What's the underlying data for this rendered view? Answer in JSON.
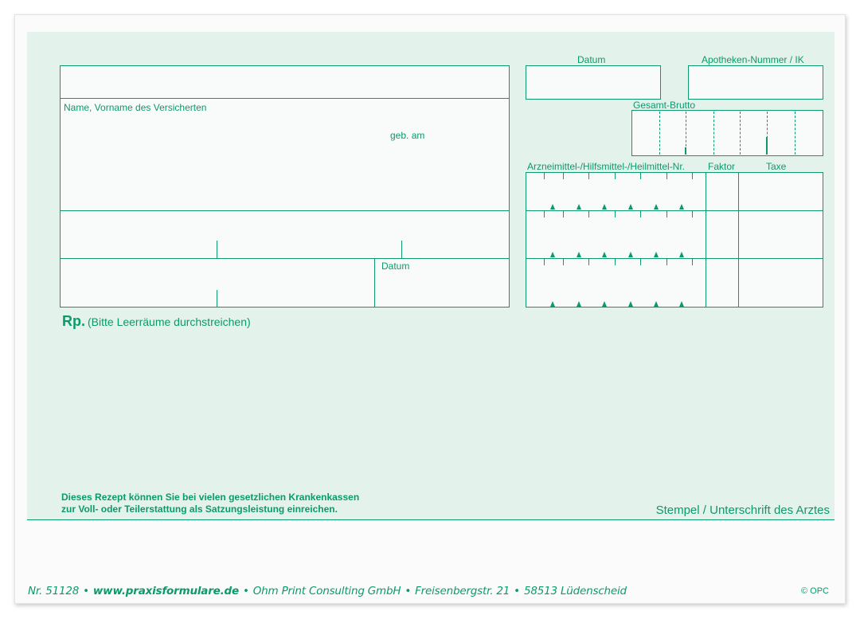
{
  "form": {
    "insured_name_label": "Name, Vorname des Versicherten",
    "birth_label": "geb. am",
    "date_label_left": "Datum",
    "date_label_top": "Datum",
    "pharmacy_label": "Apotheken-Nummer / IK",
    "gross_label": "Gesamt-Brutto",
    "items_label": "Arzneimittel-/Hilfsmittel-/Heilmittel-Nr.",
    "factor_label": "Faktor",
    "fee_label": "Taxe",
    "rp_prefix": "Rp.",
    "rp_text": "(Bitte Leerräume durchstreichen)",
    "notice_line1": "Dieses Rezept können Sie bei vielen gesetzlichen Krankenkassen",
    "notice_line2": "zur Voll- oder Teilerstattung als Satzungsleistung einreichen.",
    "stamp_label": "Stempel / Unterschrift des Arztes"
  },
  "footer": {
    "number": "Nr. 51128",
    "website": "www.praxisformulare.de",
    "company": "Ohm Print Consulting GmbH",
    "street": "Freisenbergstr. 21",
    "city": "58513 Lüdenscheid",
    "separator": "•",
    "copyright": "© OPC"
  },
  "colors": {
    "ink": "#0c9a6c",
    "tint": "#e3f2ea",
    "paper": "#fbfbfb"
  }
}
